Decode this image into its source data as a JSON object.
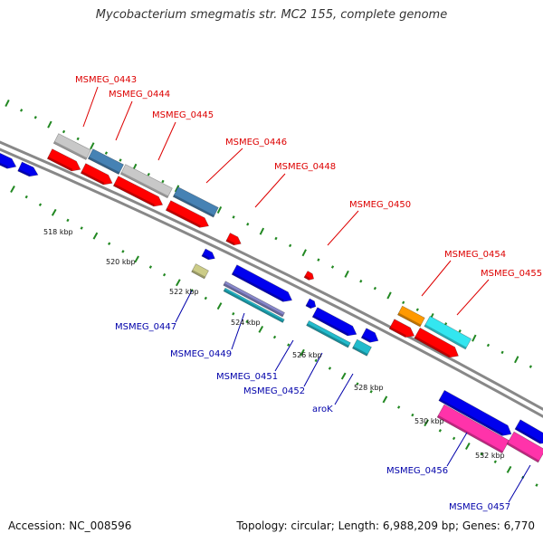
{
  "title": "Mycobacterium smegmatis str. MC2 155, complete genome",
  "footer": {
    "accession": "Accession: NC_008596",
    "topology": "Topology: circular; Length: 6,988,209 bp; Genes: 6,770"
  },
  "kbp_ticks": [
    "518 kbp",
    "520 kbp",
    "522 kbp",
    "524 kbp",
    "526 kbp",
    "528 kbp",
    "530 kbp",
    "532 kbp"
  ],
  "top_labels": [
    "MSMEG_0443",
    "MSMEG_0444",
    "MSMEG_0445",
    "MSMEG_0446",
    "MSMEG_0448",
    "MSMEG_0450",
    "MSMEG_0454",
    "MSMEG_0455"
  ],
  "bottom_labels": [
    "MSMEG_0447",
    "MSMEG_0449",
    "MSMEG_0451",
    "MSMEG_0452",
    "aroK",
    "MSMEG_0456",
    "MSMEG_0457"
  ],
  "colors": {
    "forward_label": "#dd0000",
    "reverse_label": "#0000aa",
    "backbone": "#888888",
    "tick": "#228822",
    "cds_forward": "#ff0000",
    "cds_reverse": "#0000ee",
    "steelblue": "#4682b4",
    "lightgray": "#c8c8c8",
    "cyan": "#33e6f0",
    "darkcyan": "#22bbcc",
    "orange": "#ff9900",
    "magenta": "#ff33aa",
    "khaki": "#cccc88"
  }
}
